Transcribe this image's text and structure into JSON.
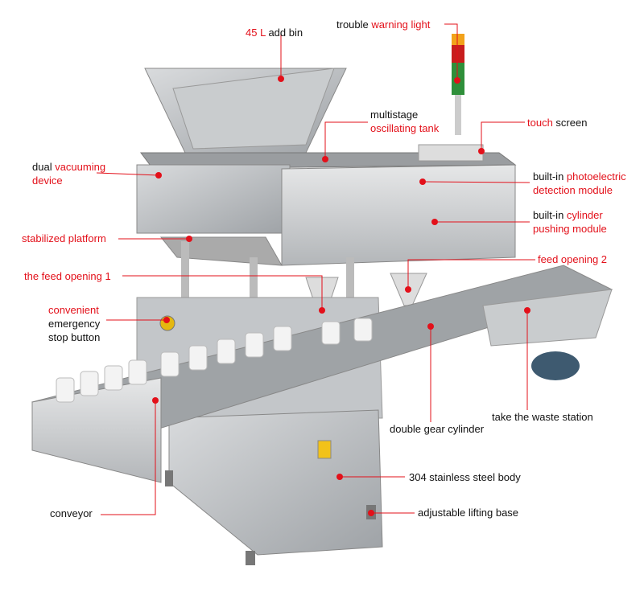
{
  "colors": {
    "accent": "#e3101a",
    "text": "#111111",
    "steel": "#b9bcbf"
  },
  "labels": {
    "add_bin": {
      "red": "45 L",
      "black": " add bin"
    },
    "warning_light": {
      "black": "trouble ",
      "red": "warning light"
    },
    "oscillating_tank": {
      "line1": "multistage",
      "line2": "oscillating tank"
    },
    "touch_screen": {
      "red": "touch",
      "black": " screen"
    },
    "vacuuming": {
      "black": "dual ",
      "red": "vacuuming",
      "line2": "device"
    },
    "photoelectric": {
      "black": "built-in ",
      "red": "photoelectric",
      "line2": "detection module"
    },
    "cylinder_pushing": {
      "black": "built-in ",
      "red": "cylinder",
      "line2": "pushing module"
    },
    "platform": "stabilized platform",
    "feed_2": "feed opening 2",
    "feed_1": "the feed opening 1",
    "emergency": {
      "line1": "convenient",
      "line2": "emergency",
      "line3": "stop button"
    },
    "waste": "take the waste station",
    "gear_cylinder": "double gear cylinder",
    "body": "304 stainless steel body",
    "conveyor": "conveyor",
    "lifting_base": "adjustable lifting base"
  }
}
